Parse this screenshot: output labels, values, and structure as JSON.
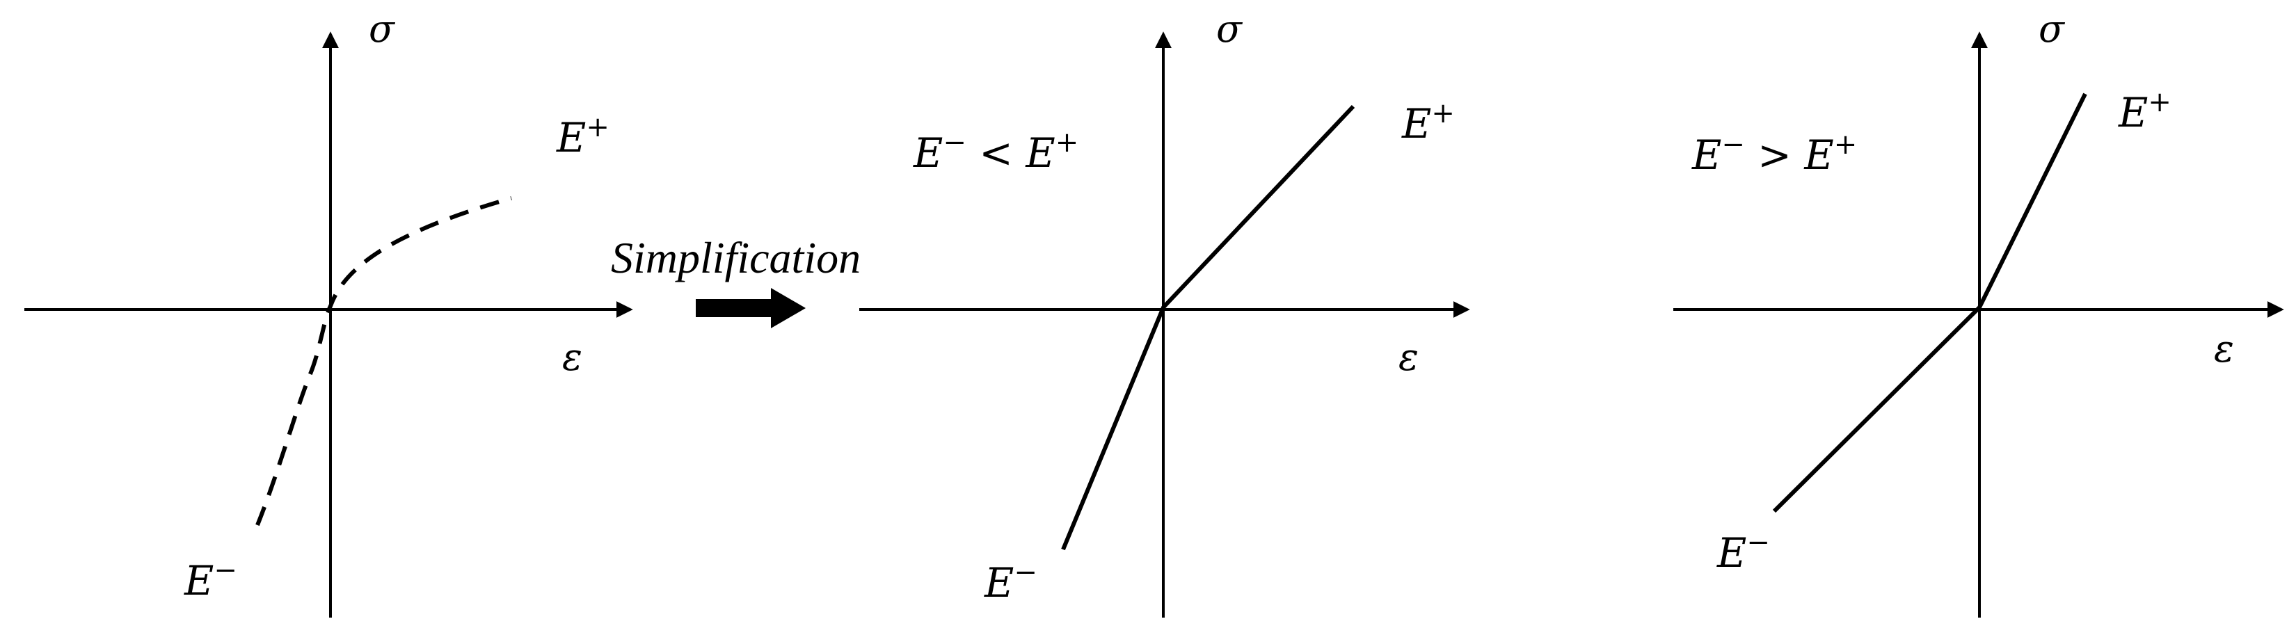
{
  "panels": [
    {
      "id": "nonlinear",
      "x_axis_label": "ε",
      "y_axis_label": "σ",
      "label_pos": "E+",
      "label_neg": "E−",
      "relation": ""
    },
    {
      "id": "bilinear-stiffer-compression",
      "x_axis_label": "ε",
      "y_axis_label": "σ",
      "label_pos": "E+",
      "label_neg": "E−",
      "relation": "E− < E+"
    },
    {
      "id": "bilinear-stiffer-tension",
      "x_axis_label": "ε",
      "y_axis_label": "σ",
      "label_pos": "E+",
      "label_neg": "E−",
      "relation": "E− > E+"
    }
  ],
  "transition": {
    "label": "Simplification"
  },
  "colors": {
    "line": "#000000",
    "background": "#ffffff"
  }
}
